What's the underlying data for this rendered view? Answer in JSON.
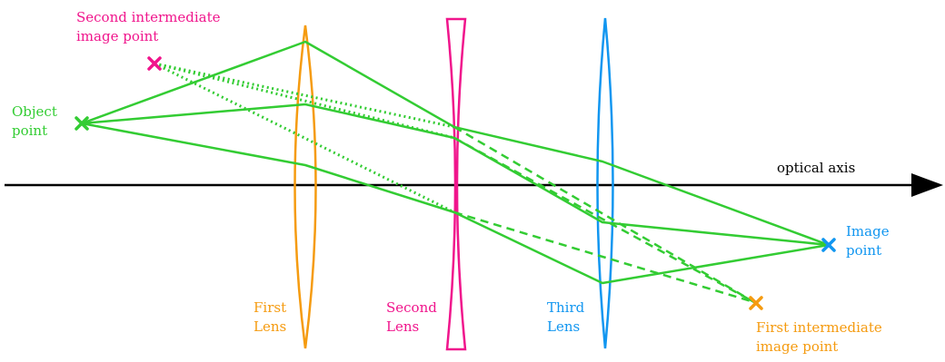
{
  "colors": {
    "green": "#33cc33",
    "orange": "#f59b10",
    "magenta": "#f0158c",
    "blue": "#1196f0",
    "black": "#000000"
  },
  "labels": {
    "axis": "optical axis",
    "object_line1": "Object",
    "object_line2": "point",
    "image_line1": "Image",
    "image_line2": "point",
    "first_lens_line1": "First",
    "first_lens_line2": "Lens",
    "second_lens_line1": "Second",
    "second_lens_line2": "Lens",
    "third_lens_line1": "Third",
    "third_lens_line2": "Lens",
    "first_intermediate_line1": "First intermediate",
    "first_intermediate_line2": "image point",
    "second_intermediate_line1": "Second intermediate",
    "second_intermediate_line2": "image point"
  }
}
